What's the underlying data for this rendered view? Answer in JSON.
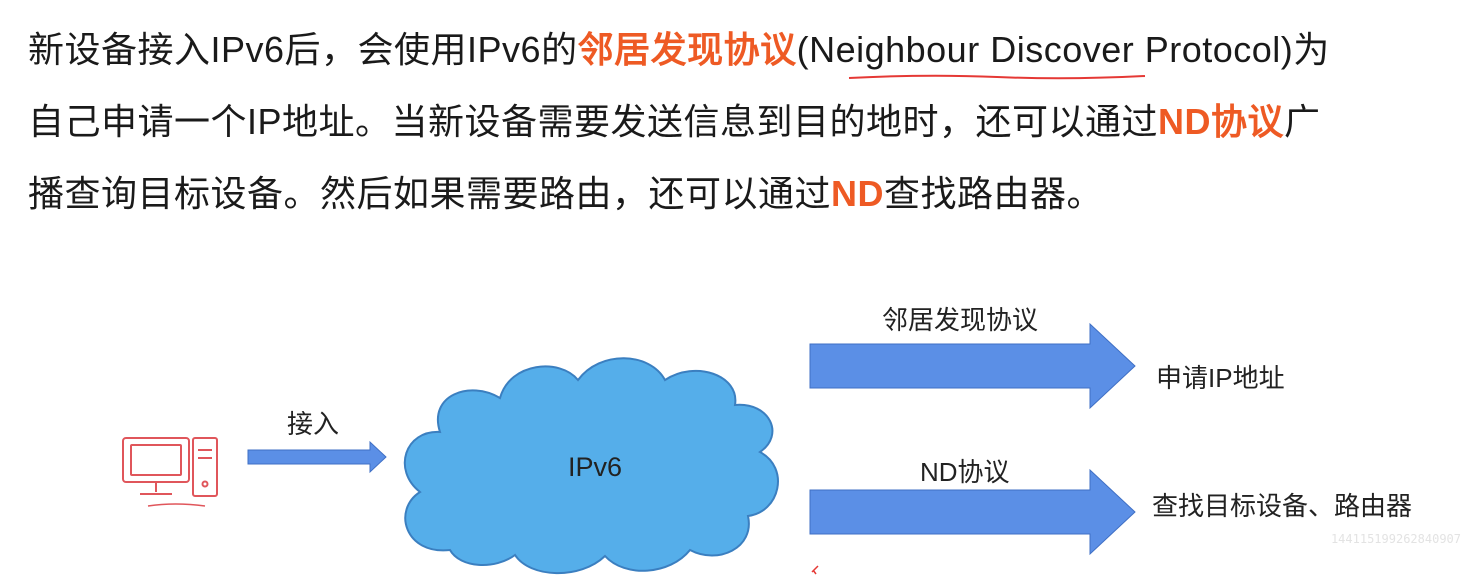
{
  "paragraph": {
    "line1_a": "新设备接入IPv6后，会使用IPv6的",
    "line1_hl": "邻居发现协议",
    "line1_en": "(Neighbour Discover Protocol)",
    "line1_end": "为",
    "line2_a": "自己申请一个IP地址。当新设备需要发送信息到目的地时，还可以通过",
    "line2_hl": "ND协议",
    "line2_end": "广",
    "line3_a": "播查询目标设备。然后如果需要路由，还可以通过",
    "line3_hl": "ND",
    "line3_end": "查找路由器。"
  },
  "diagram": {
    "access_label": "接入",
    "cloud_label": "IPv6",
    "ndp_label": "邻居发现协议",
    "ndp_result": "申请IP地址",
    "nd_label": "ND协议",
    "nd_result": "查找目标设备、路由器"
  },
  "colors": {
    "highlight": "#ee5a24",
    "arrow_fill": "#5b8fe6",
    "cloud_fill": "#55aeea",
    "cloud_stroke": "#3b7fc0",
    "computer_stroke": "#e0565b"
  },
  "icons": {
    "computer": "desktop-computer-icon",
    "cloud": "cloud-shape"
  },
  "watermark": "144115199262840907"
}
